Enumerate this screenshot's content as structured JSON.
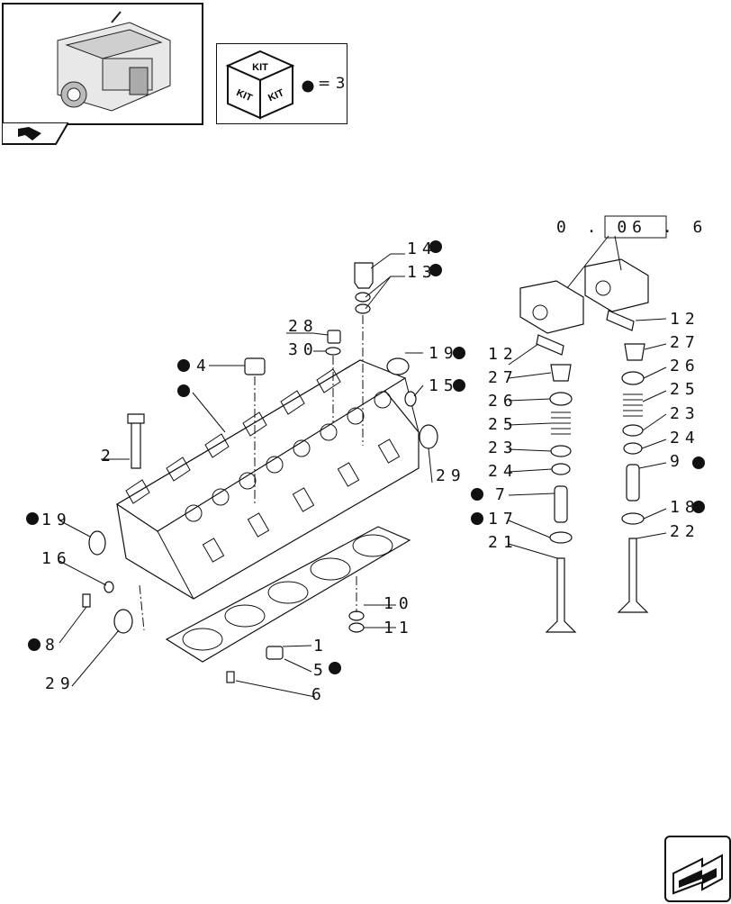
{
  "kit_legend": {
    "icon": "kit-cube-icon",
    "top_label": "KIT",
    "left_label": "KIT",
    "right_label": "KIT",
    "equals_text": "= 3"
  },
  "thumbnail": {
    "icon": "engine-thumbnail-icon",
    "tab_icon": "book-ribbon-icon"
  },
  "reference": {
    "text": "0 . 06 . 6"
  },
  "callouts": [
    "1",
    "2",
    "4",
    "5",
    "6",
    "7",
    "8",
    "9",
    "10",
    "11",
    "12",
    "12",
    "13",
    "14",
    "15",
    "16",
    "17",
    "18",
    "19",
    "19",
    "21",
    "22",
    "23",
    "23",
    "24",
    "24",
    "25",
    "25",
    "26",
    "26",
    "27",
    "27",
    "28",
    "29",
    "29",
    "30"
  ],
  "labels": {
    "c14": "14",
    "c13": "13",
    "c28": "28",
    "c30": "30",
    "c4": "4",
    "c19a": "19",
    "c15": "15",
    "c2": "2",
    "c29a": "29",
    "c19b": "19",
    "c16": "16",
    "c8": "8",
    "c29b": "29",
    "c10": "10",
    "c11": "11",
    "c1": "1",
    "c5": "5",
    "c6": "6",
    "c12a": "12",
    "c27a": "27",
    "c26a": "26",
    "c25a": "25",
    "c23a": "23",
    "c24a": "24",
    "c7": "7",
    "c17": "17",
    "c21": "21",
    "c12b": "12",
    "c27b": "27",
    "c26b": "26",
    "c25b": "25",
    "c23b": "23",
    "c24b": "24",
    "c9": "9",
    "c18": "18",
    "c22": "22"
  },
  "nav": {
    "icon": "next-page-arrow-icon"
  }
}
